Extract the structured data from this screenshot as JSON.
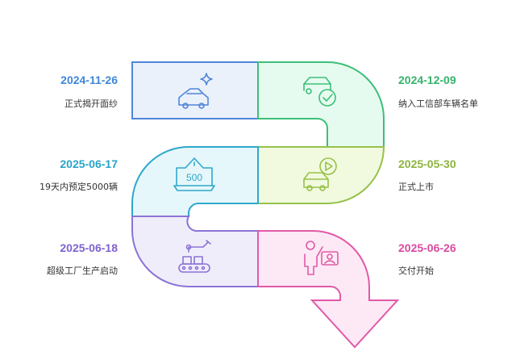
{
  "events": [
    {
      "date": "2024-11-26",
      "desc": "正式揭开面纱",
      "color": "#3f87d8",
      "fill": "#eaf1fb",
      "stroke": "#4f86d9",
      "icon": "car-sparkle-icon"
    },
    {
      "date": "2024-12-09",
      "desc": "纳入工信部车辆名单",
      "color": "#35b36b",
      "fill": "#e6fbef",
      "stroke": "#3dbf78",
      "icon": "car-check-icon"
    },
    {
      "date": "2025-05-30",
      "desc": "正式上市",
      "color": "#8db43e",
      "fill": "#f1fadf",
      "stroke": "#97c14a",
      "icon": "car-play-icon"
    },
    {
      "date": "2025-06-17",
      "desc": "19天内预定5000辆",
      "color": "#2aa3c9",
      "fill": "#e6f7fb",
      "stroke": "#2fa8cc",
      "icon": "alert-500-icon"
    },
    {
      "date": "2025-06-18",
      "desc": "超级工厂生产启动",
      "color": "#7f63cf",
      "fill": "#f0edfb",
      "stroke": "#8b73d6",
      "icon": "factory-robot-icon"
    },
    {
      "date": "2025-06-26",
      "desc": "交付开始",
      "color": "#d94aa0",
      "fill": "#fde9f5",
      "stroke": "#e05aa8",
      "icon": "delivery-person-icon"
    }
  ]
}
